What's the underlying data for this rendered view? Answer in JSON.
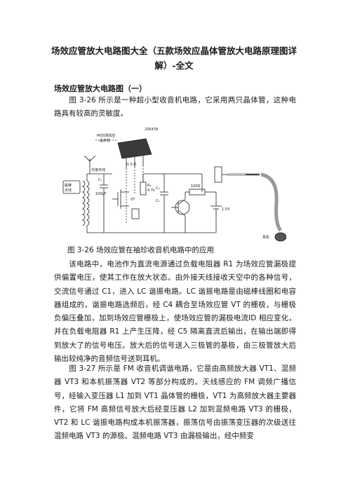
{
  "doc": {
    "title": "场效应管放大电路图大全（五款场效应晶体管放大电路原理图详解）-全文",
    "section_heading": "场效应管放大电路图（一）",
    "para1": "图 3-26 所示是一种超小型收音机电路，它采用两只晶体管，这种电路具有较高的灵敏度。",
    "figure_caption": "图 3-26 场效应管在袖珍收音机电路中的应用",
    "para2": "该电路中，电池作为直流电源通过负载电阻器 R1 为场效应管漏极提供偏置电压，使其工作在放大状态。由外接天线接收天空中的各种信号，交流信号通过 C1，进入 LC 谐振电路。LC 谐振电路是由磁棒线圈和电容器组成的，谐振电路选频后，经 C4 耦合至场效应管 VT 的栅极，与栅极负偏压叠加，加到场效应管栅极上，使场效应管的漏极电流ID 相应变化，并在负载电阻器 R1 上产生压降，经 C5 隔离直流后输出，在输出端即得到放大了的信号电压。放大后的信号送入三极管的基极，由三极管放大后输出较纯净的音频信号送到耳机。",
    "para3": "图 3-27 所示是 FM 收音机调谐电路，它是由高频放大器 VT1、混频器 VT3 和本机振荡器 VT2 等部分构成的。天线感应的 FM 调频广播信号，经输入变压器 L1 加到 VT1 晶体管的栅极，VT1 为高频放大器主要器件，它将 FM 高频信号放大后经变压器 L2 加到混频电路 VT3 的栅极，VT2 和 LC 谐振电路构成本机振荡器，振荡信号由振荡变压器的次级送往混频电路 VT3 的源极。混频电路 VT3 由漏极输出，经中频变"
  },
  "figure_labels": {
    "transistor_code": "2SK439",
    "mos_label_1": "MOS场效应",
    "mos_label_2": "晶体管",
    "pins": "G S D",
    "antenna": "外接天线",
    "rod_antenna_1": "磁棒",
    "rod_antenna_2": "天线",
    "c1": "C₁",
    "c1_value": "100pF",
    "r1": "R₁",
    "r1_value": "4.7k",
    "vt": "VT",
    "c3": "C₃",
    "c5": "C₅",
    "r3": "100Ω",
    "battery": "1.5V",
    "earphone": "耳机"
  }
}
